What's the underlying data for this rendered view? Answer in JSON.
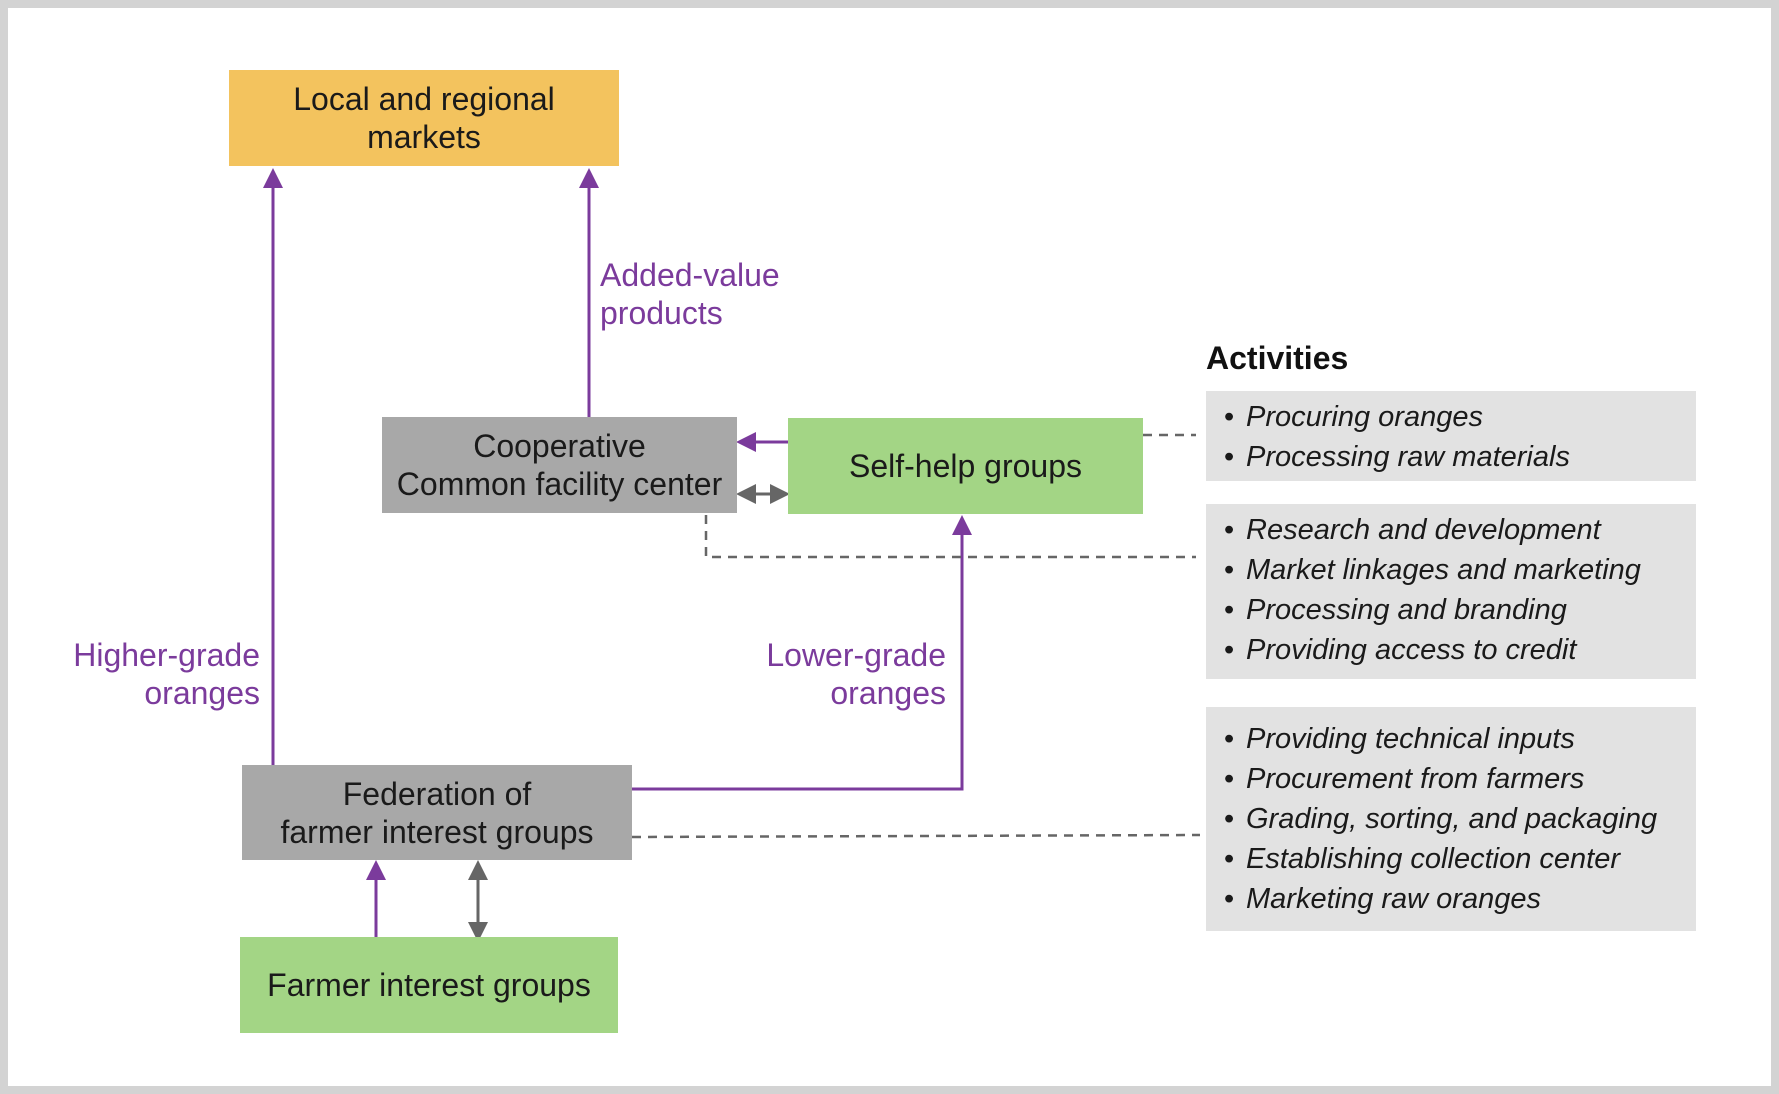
{
  "nodes": {
    "markets": [
      "Local and regional",
      "markets"
    ],
    "cooperative": [
      "Cooperative",
      "Common facility center"
    ],
    "self_help": [
      "Self-help groups"
    ],
    "federation": [
      "Federation of",
      "farmer interest groups"
    ],
    "farmer_groups": [
      "Farmer interest groups"
    ]
  },
  "flows": {
    "added_value": [
      "Added-value",
      "products"
    ],
    "higher_grade": [
      "Higher-grade",
      "oranges"
    ],
    "lower_grade": [
      "Lower-grade",
      "oranges"
    ]
  },
  "activities": {
    "title": "Activities",
    "self_help": [
      "Procuring oranges",
      "Processing raw materials"
    ],
    "cooperative": [
      "Research and development",
      "Market linkages and marketing",
      "Processing and branding",
      "Providing access to credit"
    ],
    "federation": [
      "Providing technical inputs",
      "Procurement from farmers",
      "Grading, sorting, and packaging",
      "Establishing collection center",
      "Marketing raw oranges"
    ]
  },
  "colors": {
    "flow_arrow": "#7b3b9c",
    "link_arrow": "#666666",
    "markets_box": "#f3c35e",
    "org_box": "#a8a8a8",
    "group_box": "#a3d585",
    "activity_box": "#e2e2e2"
  }
}
